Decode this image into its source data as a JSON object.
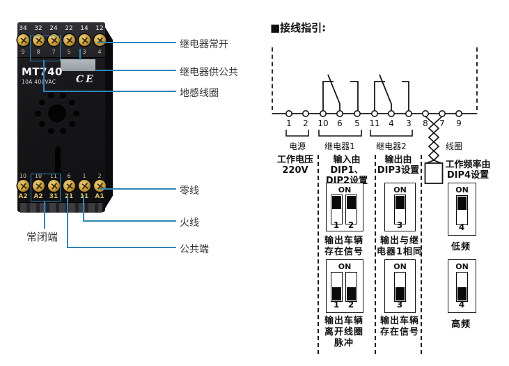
{
  "colors": {
    "accent_blue": "#2f86ba",
    "diagram_ink": "#111111"
  },
  "device": {
    "model": "MT740",
    "rating": "10A 400VAC",
    "ce_mark": "CE",
    "top_contact_labels": [
      "34",
      "32",
      "24",
      "22",
      "14",
      "12"
    ],
    "top_pin_numbers": [
      "9",
      "8",
      "7",
      "5",
      "3",
      "4"
    ],
    "bottom_pin_numbers": [
      "10",
      "10",
      "11",
      "6",
      "1",
      "2"
    ],
    "bottom_contact_labels": [
      "A2",
      "A2",
      "31",
      "21",
      "11",
      "A1"
    ]
  },
  "callouts": {
    "relay_no": "继电器常开",
    "relay_common": "继电器供公共",
    "loop_coil": "地感线圈",
    "neutral": "零线",
    "live": "火线",
    "common": "公共端",
    "normally_closed": "常闭端"
  },
  "wiring": {
    "title": "■接线指引:",
    "terminals": [
      "1",
      "2",
      "10",
      "6",
      "5",
      "11",
      "4",
      "3",
      "8",
      "7",
      "9"
    ],
    "group_labels": [
      "电源",
      "继电器1",
      "继电器2",
      "线圈"
    ],
    "columns": [
      {
        "line1": "工作电压",
        "line2": "220V"
      },
      {
        "line1": "输入由DIP1、",
        "line2": "DIP2设置"
      },
      {
        "line1": "输出由",
        "line2": "DIP3设置"
      },
      {
        "line1": "工作频率由",
        "line2": "DIP4设置"
      }
    ]
  },
  "dip": {
    "on_label": "ON",
    "boxes": [
      {
        "numbers": [
          "1",
          "2"
        ],
        "states": [
          "on",
          "on"
        ],
        "caption": [
          "输出车辆",
          "存在信号"
        ]
      },
      {
        "numbers": [
          "3"
        ],
        "states": [
          "on"
        ],
        "caption": [
          "输出与继",
          "电器1相同"
        ]
      },
      {
        "numbers": [
          "4"
        ],
        "states": [
          "on"
        ],
        "caption": [
          "低频"
        ]
      },
      {
        "numbers": [
          "1",
          "2"
        ],
        "states": [
          "off",
          "off"
        ],
        "caption": [
          "输出车辆",
          "离开线圈",
          "脉冲"
        ]
      },
      {
        "numbers": [
          "3"
        ],
        "states": [
          "off"
        ],
        "caption": [
          "输出车辆",
          "存在信号"
        ]
      },
      {
        "numbers": [
          "4"
        ],
        "states": [
          "off"
        ],
        "caption": [
          "高频"
        ]
      }
    ]
  }
}
